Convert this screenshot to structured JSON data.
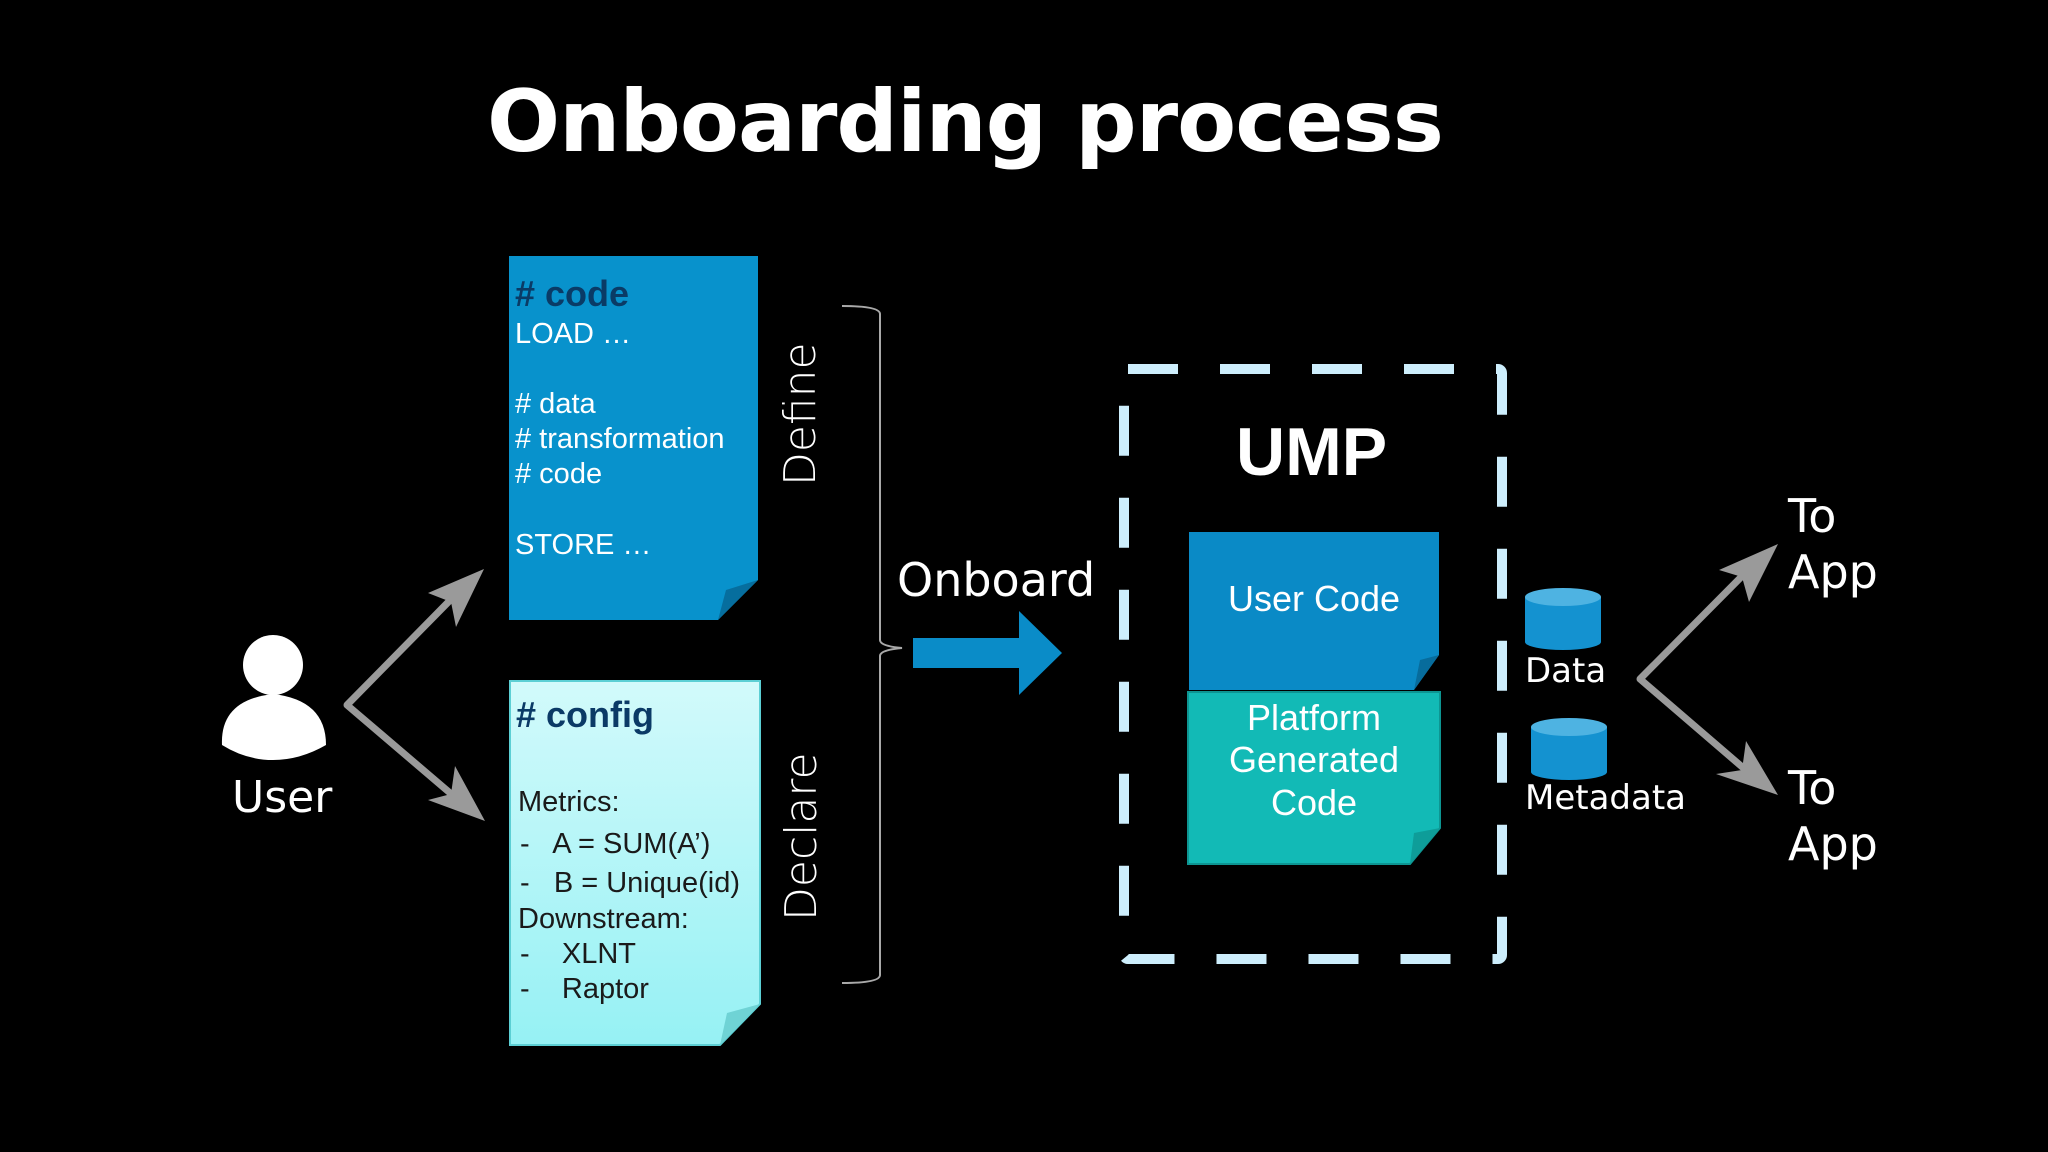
{
  "title": "Onboarding process",
  "colors": {
    "background": "#000000",
    "code_note": "#0892cc",
    "config_note": "#aaf6f8",
    "user_code_note": "#0a8ac6",
    "platform_code_note": "#12bab6",
    "dashed_border": "#cdeefc",
    "gray_arrow": "#9a9a9a",
    "onboard_arrow": "#0a8cc8",
    "database": "#1492d0"
  },
  "user": {
    "label": "User",
    "icon": "user-icon"
  },
  "code_note": {
    "heading": "# code",
    "lines": [
      "LOAD …",
      "",
      "# data",
      "# transformation",
      "# code",
      "",
      "STORE …"
    ]
  },
  "config_note": {
    "heading": "# config",
    "lines": [
      "Metrics:",
      "-   A = SUM(A’)",
      "-   B = Unique(id)",
      "Downstream:",
      "-    XLNT",
      "-    Raptor"
    ]
  },
  "brace_labels": {
    "define": "Define",
    "declare": "Declare"
  },
  "onboard_label": "Onboard",
  "ump": {
    "title": "UMP",
    "user_code": "User Code",
    "platform_code": [
      "Platform",
      "Generated",
      "Code"
    ]
  },
  "stores": [
    {
      "label": "Data",
      "icon": "database-icon"
    },
    {
      "label": "Metadata",
      "icon": "database-icon"
    }
  ],
  "destinations": [
    {
      "line1": "To",
      "line2": "App"
    },
    {
      "line1": "To",
      "line2": "App"
    }
  ]
}
